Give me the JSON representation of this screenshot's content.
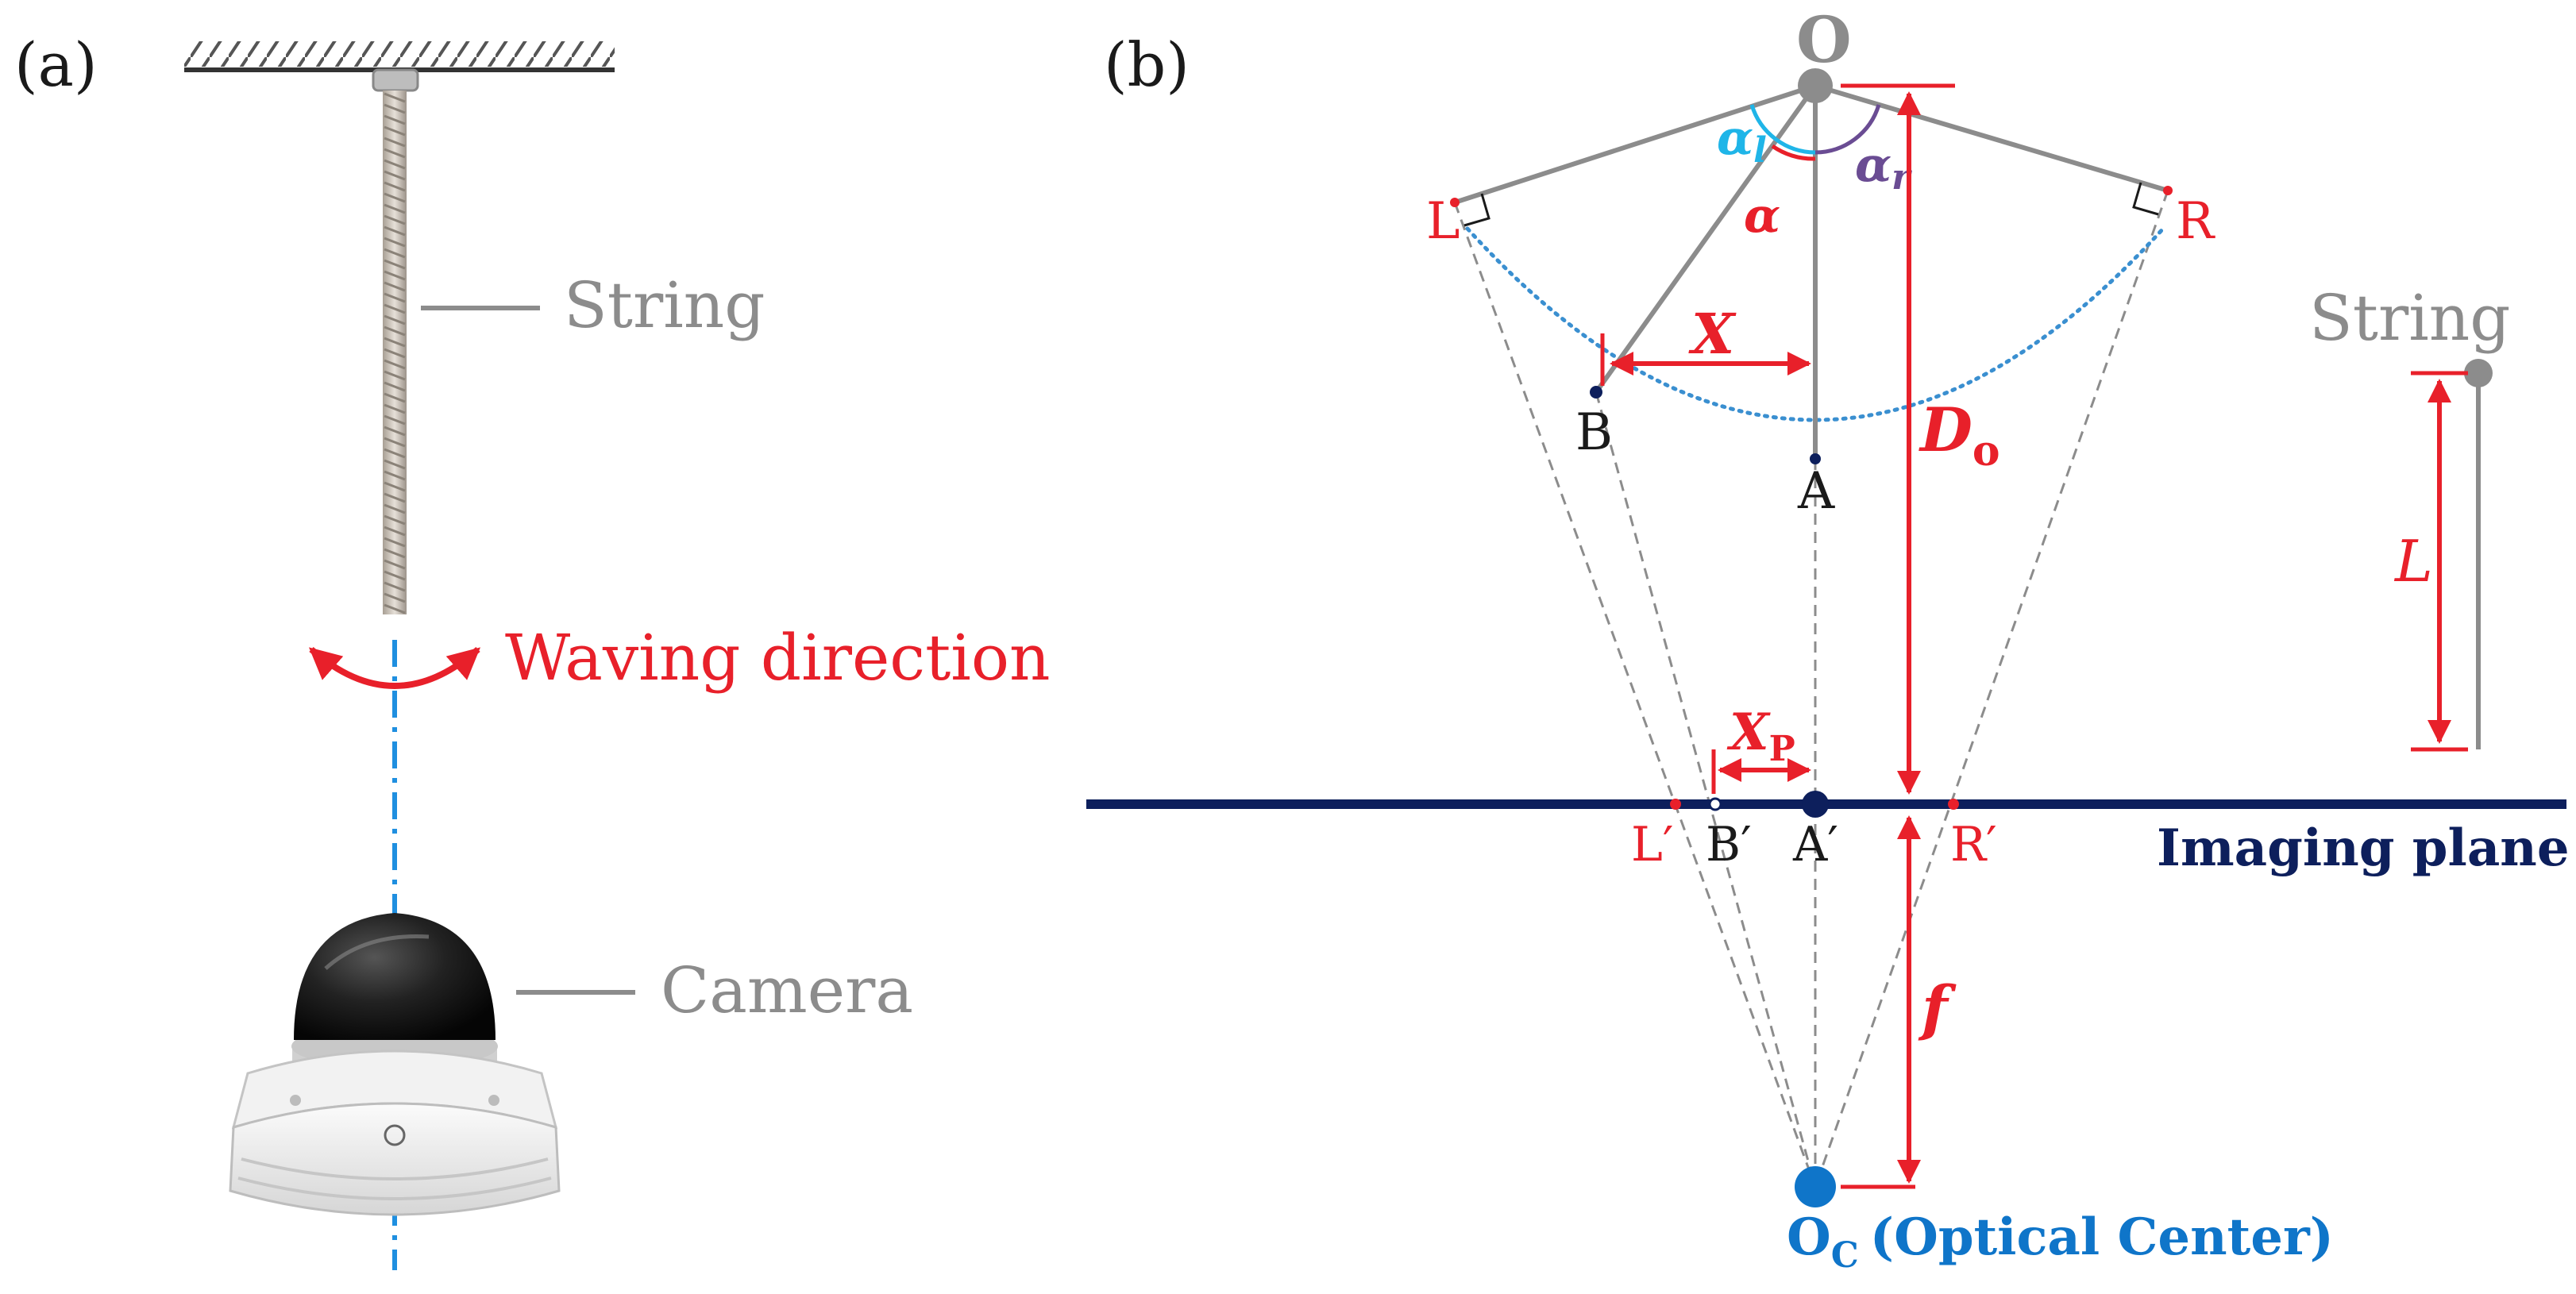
{
  "panel_a": {
    "panel_label": "(a)",
    "string_label": "String",
    "waving_label": "Waving direction",
    "camera_label": "Camera"
  },
  "panel_b": {
    "panel_label": "(b)",
    "pivot_label": "O",
    "point_L": "L",
    "point_R": "R",
    "point_B": "B",
    "point_A": "A",
    "angle_alpha": "α",
    "angle_alpha_l": "α",
    "angle_alpha_l_sub": "l",
    "angle_alpha_r": "α",
    "angle_alpha_r_sub": "r",
    "distance_X": "X",
    "distance_Do": "D",
    "distance_Do_sub": "o",
    "image_L": "L′",
    "image_B": "B′",
    "image_A": "A′",
    "image_R": "R′",
    "distance_Xp": "X",
    "distance_Xp_sub": "P",
    "focal_f": "f",
    "imaging_plane_label": "Imaging plane",
    "optical_center": "O",
    "optical_center_sub": "C",
    "optical_center_text": "(Optical Center)",
    "string_legend_label": "String",
    "string_length_label": "L"
  },
  "colors": {
    "red": "#e8202a",
    "gray": "#8c8c8c",
    "navy": "#0d1f5c",
    "blue": "#0f75c9",
    "cyan": "#1fb5e8",
    "purple": "#6a4c93",
    "dotted_arc": "#3a8fd0"
  }
}
